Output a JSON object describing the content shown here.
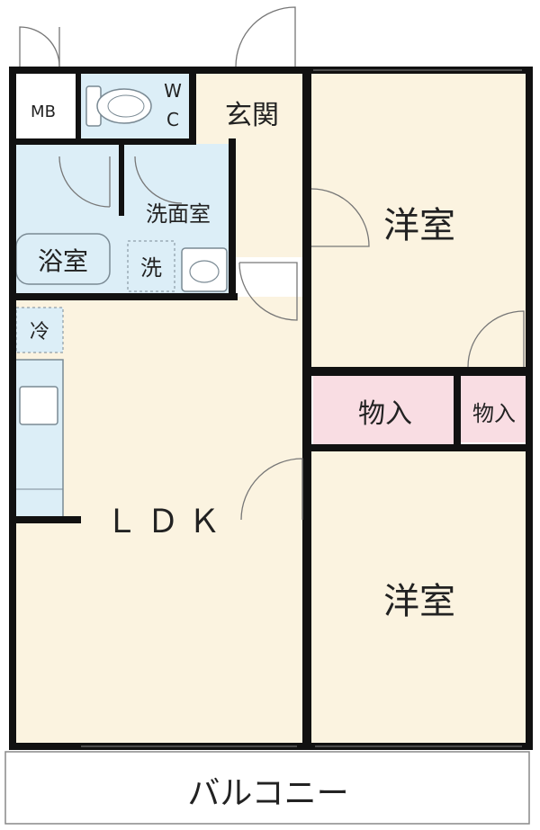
{
  "rooms": {
    "mb": "MB",
    "wc_w": "W",
    "wc_c": "C",
    "entrance": "玄関",
    "washroom": "洗面室",
    "bath": "浴室",
    "washer": "洗",
    "fridge": "冷",
    "western1": "洋室",
    "western2": "洋室",
    "storage1": "物入",
    "storage2": "物入",
    "ldk": "ＬＤＫ",
    "balcony": "バルコニー"
  },
  "colors": {
    "wall": "#111111",
    "wet_area": "#dceef7",
    "living": "#fbf3e0",
    "storage": "#f9dde3",
    "fixture_outline": "#7a8a94",
    "door_line": "#777777"
  }
}
